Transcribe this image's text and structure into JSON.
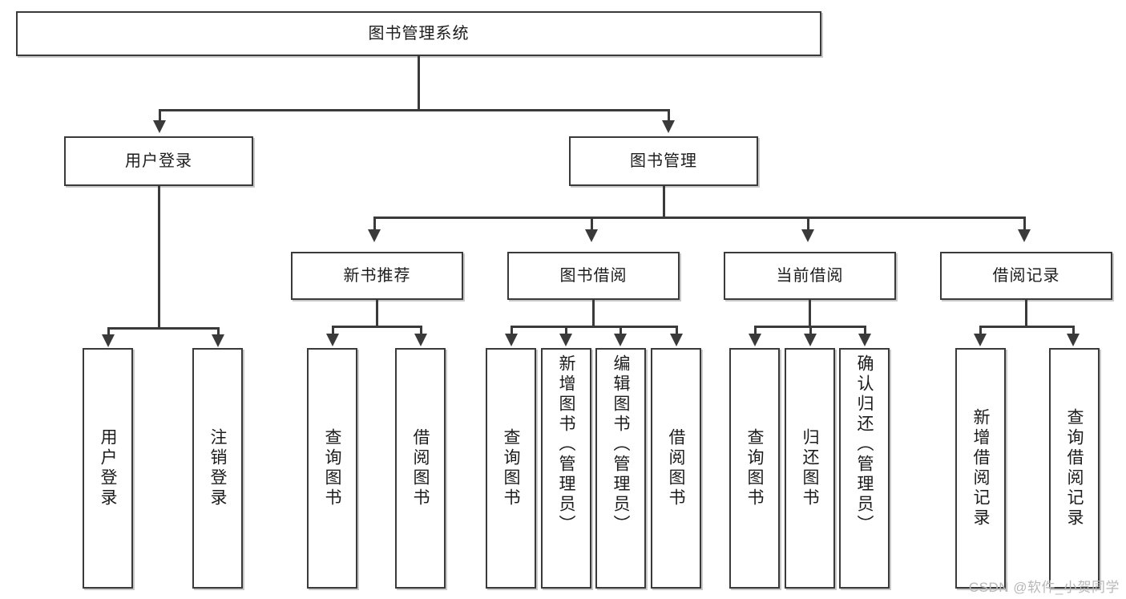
{
  "diagram": {
    "title": "图书管理系统",
    "root": {
      "label": "图书管理系统"
    },
    "level2": [
      {
        "label": "用户登录"
      },
      {
        "label": "图书管理"
      }
    ],
    "level3": [
      {
        "label": "新书推荐"
      },
      {
        "label": "图书借阅"
      },
      {
        "label": "当前借阅"
      },
      {
        "label": "借阅记录"
      }
    ],
    "leaves": {
      "user_login": [
        {
          "label": "用户登录"
        },
        {
          "label": "注销登录"
        }
      ],
      "new_book_recommend": [
        {
          "label": "查询图书"
        },
        {
          "label": "借阅图书"
        }
      ],
      "book_borrow": [
        {
          "label": "查询图书"
        },
        {
          "label": "新增图书（管理员）"
        },
        {
          "label": "编辑图书（管理员）"
        },
        {
          "label": "借阅图书"
        }
      ],
      "current_borrow": [
        {
          "label": "查询图书"
        },
        {
          "label": "归还图书"
        },
        {
          "label": "确认归还（管理员）"
        }
      ],
      "borrow_record": [
        {
          "label": "新增借阅记录"
        },
        {
          "label": "查询借阅记录"
        }
      ]
    }
  },
  "watermark": {
    "text": "CSDN @软件_小贺同学"
  },
  "colors": {
    "stroke": "#3a3a3a",
    "text": "#1c1c1c",
    "background": "#ffffff",
    "watermark": "#b8b8b8"
  }
}
